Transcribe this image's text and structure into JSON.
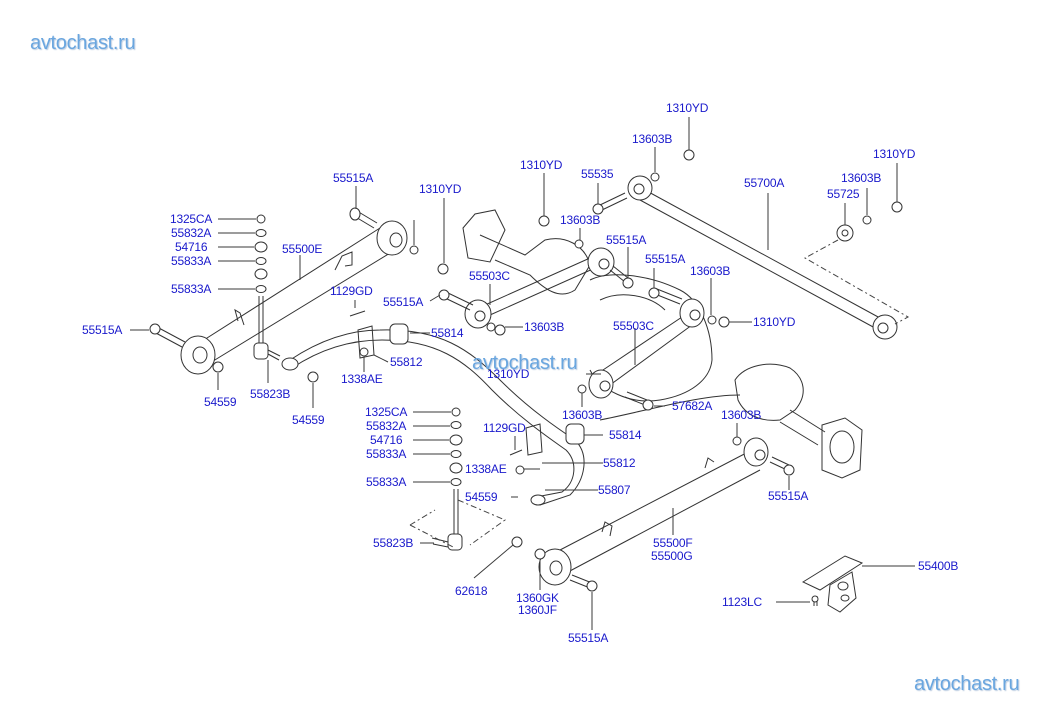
{
  "diagram": {
    "title": "Rear suspension control arm & stabilizer bar",
    "colors": {
      "callout": "#1a1acc",
      "watermark": "#6aa6df",
      "linework": "#333333"
    },
    "watermarks": [
      "avtochast.ru",
      "avtochast.ru",
      "avtochast.ru"
    ],
    "callouts": [
      "1310YD",
      "13603B",
      "1310YD",
      "55700A",
      "13603B",
      "55725",
      "55515A",
      "1310YD",
      "55535",
      "1310YD",
      "13603B",
      "1325CA",
      "55832A",
      "54716",
      "55500E",
      "55833A",
      "55833A",
      "55515A",
      "55515A",
      "13603B",
      "1129GD",
      "55515A",
      "55503C",
      "55515A",
      "55814",
      "13603B",
      "55503C",
      "1310YD",
      "55812",
      "1338AE",
      "54559",
      "55823B",
      "54559",
      "1310YD",
      "13603B",
      "57682A",
      "1325CA",
      "55832A",
      "54716",
      "55833A",
      "1129GD",
      "55814",
      "13603B",
      "55812",
      "1338AE",
      "55833A",
      "54559",
      "55807",
      "55515A",
      "55823B",
      "55500F",
      "55500G",
      "62618",
      "1360GK",
      "1360JF",
      "55515A",
      "55400B",
      "1123LC"
    ]
  }
}
